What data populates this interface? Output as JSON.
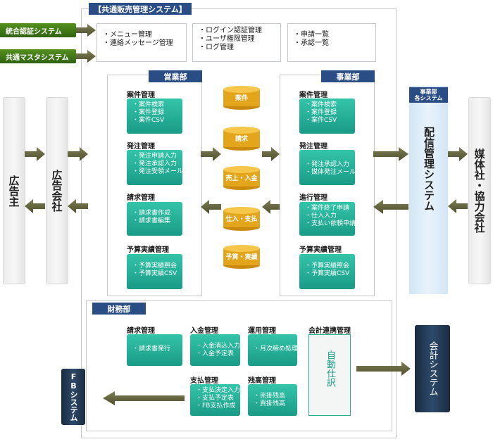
{
  "header": {
    "title": "【共通販売管理システム】"
  },
  "side_systems": [
    "統合認証システム",
    "共通マスタシステム"
  ],
  "top_boxes": [
    [
      "・メニュー管理",
      "・連絡メッセージ管理"
    ],
    [
      "・ログイン認証管理",
      "・ユーザ権限管理",
      "・ログ管理"
    ],
    [
      "・申請一覧",
      "・承認一覧"
    ]
  ],
  "left_entities": {
    "advertiser": "広告主",
    "agency": "広告会社"
  },
  "eigyo": {
    "title": "営業部",
    "sections": [
      {
        "title": "案件管理",
        "items": [
          "・案件検索",
          "・案件登録",
          "・案件CSV"
        ]
      },
      {
        "title": "発注管理",
        "items": [
          "・発注申請入力",
          "・発注承認入力",
          "・発注受領メール"
        ]
      },
      {
        "title": "請求管理",
        "items": [
          "・請求書作成",
          "・請求書編集"
        ]
      },
      {
        "title": "予算実績管理",
        "items": [
          "・予算実績照会",
          "・予算実績CSV"
        ]
      }
    ]
  },
  "jigyo": {
    "title": "事業部",
    "sections": [
      {
        "title": "案件管理",
        "items": [
          "・案件検索",
          "・案件登録",
          "・案件CSV"
        ]
      },
      {
        "title": "発注管理",
        "items": [
          "・発注承認入力",
          "・媒体発注メール"
        ]
      },
      {
        "title": "進行管理",
        "items": [
          "・案件終了申請",
          "・仕入入力",
          "・支払い依頼申請"
        ]
      },
      {
        "title": "予算実績管理",
        "items": [
          "・予算実績照会",
          "・予算実績CSV"
        ]
      }
    ]
  },
  "databases": [
    "案件",
    "請求",
    "売上・入金",
    "仕入・支払",
    "予算・実績"
  ],
  "haishin": {
    "label": "事業部\n各システム",
    "title": "配信管理システム"
  },
  "media": {
    "title": "媒体社・協力会社"
  },
  "zaimu": {
    "title": "財務部",
    "sections": [
      {
        "title": "請求管理",
        "items": [
          "・請求書発行"
        ]
      },
      {
        "title": "入金管理",
        "items": [
          "・入金消込入力",
          "・入金予定表"
        ]
      },
      {
        "title": "運用管理",
        "items": [
          "・月次締め処理"
        ]
      },
      {
        "title": "支払管理",
        "items": [
          "・支払決定入力",
          "・支払予定表",
          "・FB支払作成"
        ]
      },
      {
        "title": "残高管理",
        "items": [
          "・売掛残高",
          "・買掛残高"
        ]
      }
    ],
    "kaikei_renkei": {
      "title": "会計連携管理",
      "body": "自動仕訳"
    }
  },
  "fb_system": "FBシステム",
  "kaikei_system": "会計システム",
  "colors": {
    "navy": "#2b4d86",
    "green": "#2aaf97",
    "arrow": "#5a5a32",
    "db": "#e3a51b",
    "sys_blue": "#dcebf7"
  }
}
